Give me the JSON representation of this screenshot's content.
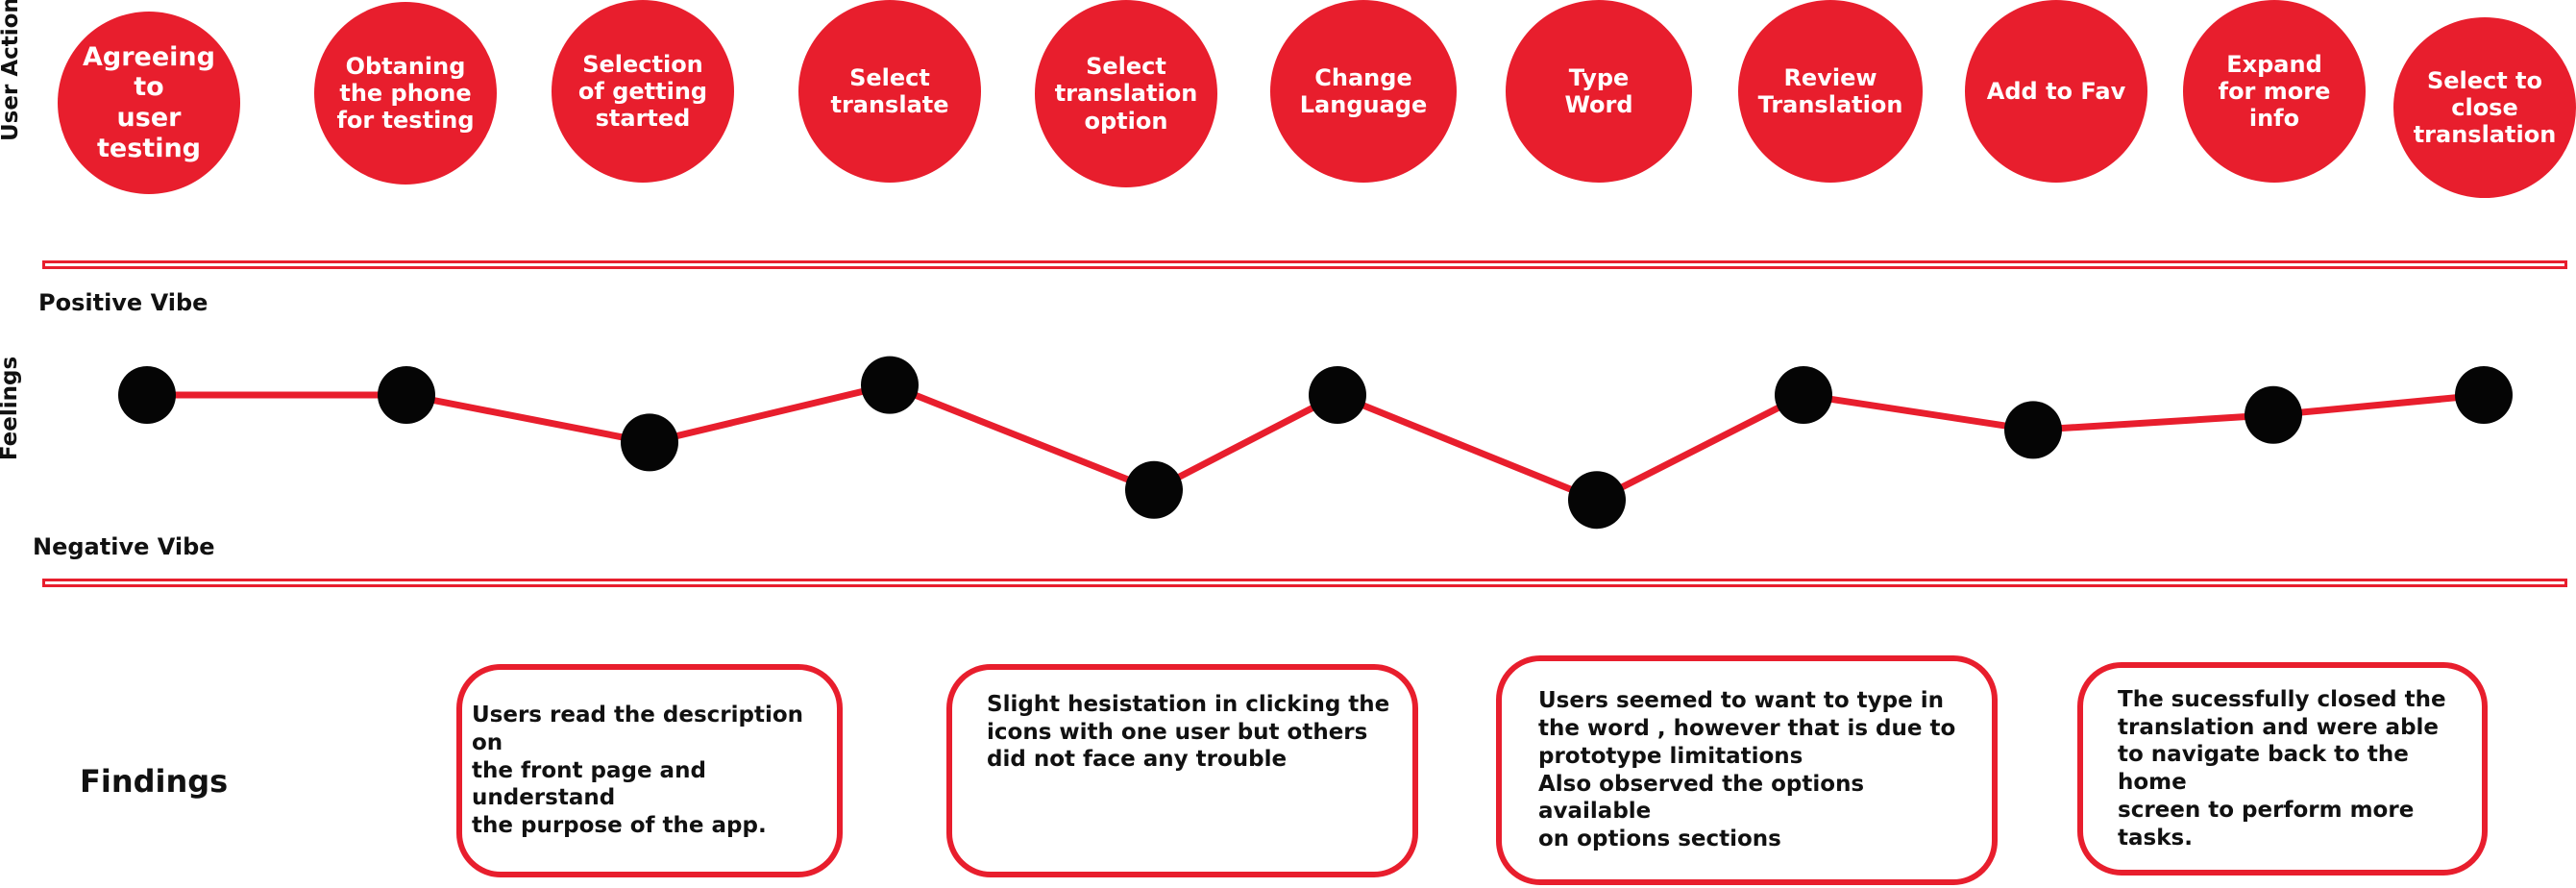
{
  "labels": {
    "user_actions": "User Actions",
    "feelings": "Feelings",
    "positive_vibe": "Positive Vibe",
    "negative_vibe": "Negative Vibe",
    "findings": "Findings"
  },
  "actions": [
    "Agreeing to\nuser testing",
    "Obtaning\nthe phone\nfor testing",
    "Selection\nof getting\nstarted",
    "Select\ntranslate",
    "Select\ntranslation\noption",
    "Change\nLanguage",
    "Type\nWord",
    "Review\nTranslation",
    "Add to Fav",
    "Expand\nfor more\ninfo",
    "Select to\nclose\ntranslation"
  ],
  "feelings_curve": {
    "scale": "0 = negative vibe, 1 = positive vibe",
    "levels": [
      0.65,
      0.65,
      0.46,
      0.69,
      0.27,
      0.65,
      0.23,
      0.65,
      0.51,
      0.57,
      0.65
    ]
  },
  "findings": [
    "Users read the description on\nthe front page and understand\nthe purpose of the app.",
    "Slight hesistation in clicking the\nicons with one user but others\ndid not face any trouble",
    "Users seemed to want to type in\nthe word , however that is due to\nprototype limitations\nAlso observed the options available\non options sections",
    "The sucessfully closed the\ntranslation and were able\nto navigate back to the home\nscreen to perform more tasks."
  ],
  "colors": {
    "accent_red": "#e81e2d",
    "marker_black": "#050505",
    "text_dark": "#111111",
    "background": "#ffffff"
  }
}
